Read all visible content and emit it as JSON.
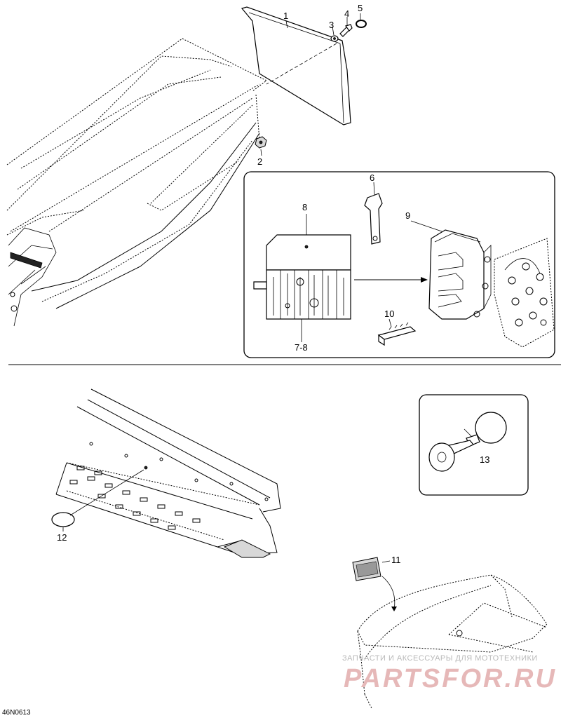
{
  "callouts": {
    "c1": "1",
    "c2": "2",
    "c3": "3",
    "c4": "4",
    "c5": "5",
    "c6": "6",
    "c7_8": "7-8",
    "c8": "8",
    "c9": "9",
    "c10": "10",
    "c11": "11",
    "c12": "12",
    "c13": "13"
  },
  "drawing_code": "46N0613",
  "watermark": {
    "tagline": "ЗАПЧАСТИ И АКСЕССУАРЫ ДЛЯ МОТОТЕХНИКИ",
    "brand": "PARTSFOR.RU"
  },
  "colors": {
    "line": "#000000",
    "watermark_text": "#b9b9b9",
    "watermark_brand": "#e6b8b8"
  }
}
